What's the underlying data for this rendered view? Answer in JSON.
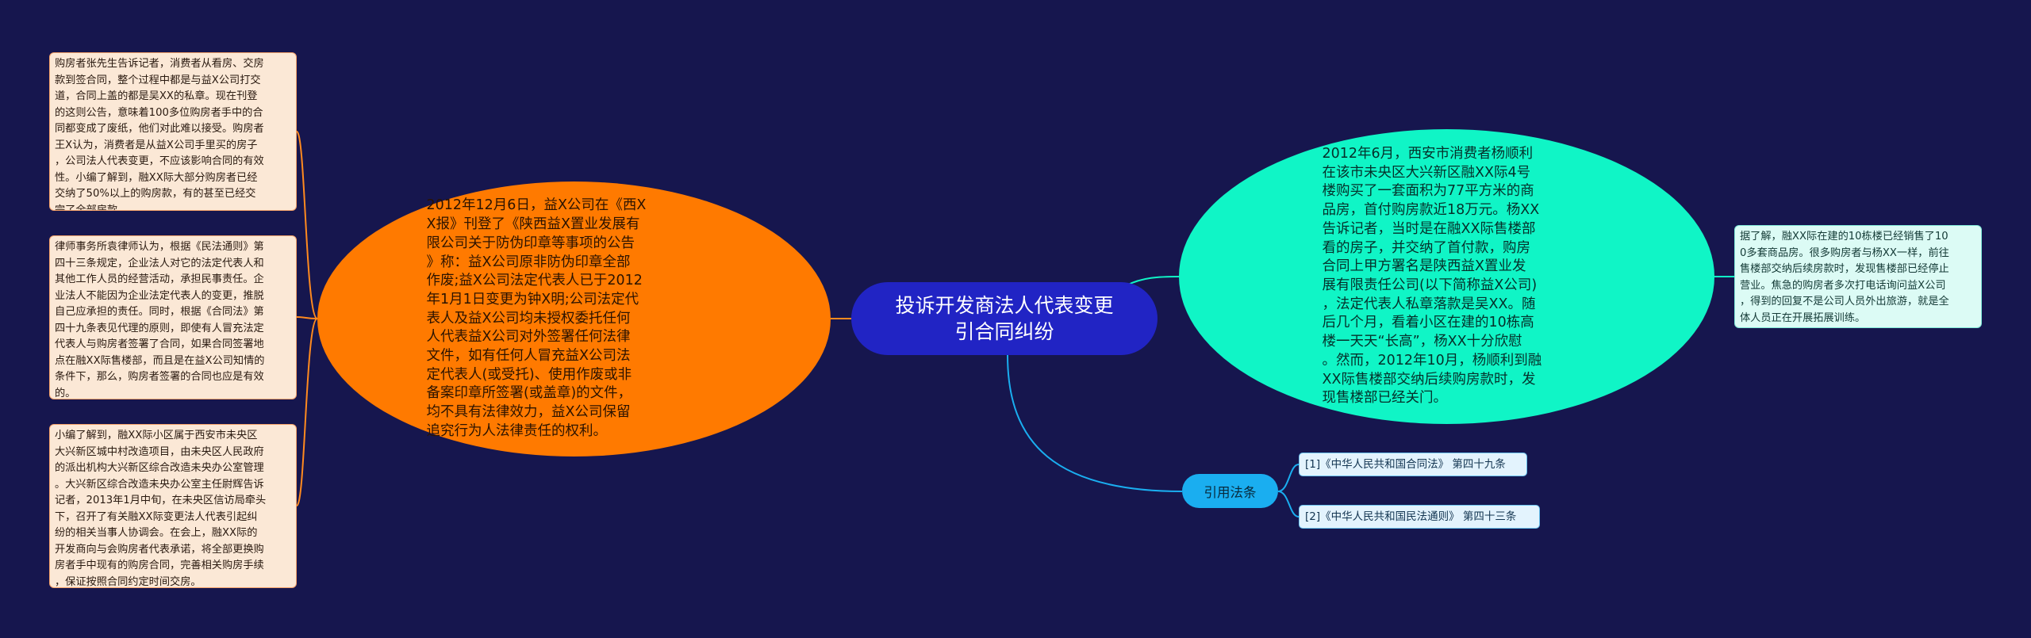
{
  "center": {
    "title": "投诉开发商法人代表变更\n引合同纠纷"
  },
  "left_main": {
    "text": "2012年12月6日，益X公司在《西X\nX报》刊登了《陕西益X置业发展有\n限公司关于防伪印章等事项的公告\n》称：益X公司原非防伪印章全部\n作废;益X公司法定代表人已于2012\n年1月1日变更为钟X明;公司法定代\n表人及益X公司均未授权委托任何\n人代表益X公司对外签署任何法律\n文件，如有任何人冒充益X公司法\n定代表人(或受托)、使用作废或非\n备案印章所签署(或盖章)的文件，\n均不具有法律效力，益X公司保留\n追究行为人法律责任的权利。"
  },
  "left_cards": [
    {
      "text": "购房者张先生告诉记者，消费者从看房、交房\n款到签合同，整个过程中都是与益X公司打交\n道，合同上盖的都是吴XX的私章。现在刊登\n的这则公告，意味着100多位购房者手中的合\n同都变成了废纸，他们对此难以接受。购房者\n王X认为，消费者是从益X公司手里买的房子\n，公司法人代表变更，不应该影响合同的有效\n性。小编了解到，融XX际大部分购房者已经\n交纳了50%以上的购房款，有的甚至已经交\n完了全部房款。"
    },
    {
      "text": "律师事务所袁律师认为，根据《民法通则》第\n四十三条规定，企业法人对它的法定代表人和\n其他工作人员的经营活动，承担民事责任。企\n业法人不能因为企业法定代表人的变更，推脱\n自己应承担的责任。同时，根据《合同法》第\n四十九条表见代理的原则，即使有人冒充法定\n代表人与购房者签署了合同，如果合同签署地\n点在融XX际售楼部，而且是在益X公司知情的\n条件下，那么，购房者签署的合同也应是有效\n的。"
    },
    {
      "text": "小编了解到，融XX际小区属于西安市未央区\n大兴新区城中村改造项目，由未央区人民政府\n的派出机构大兴新区综合改造未央办公室管理\n。大兴新区综合改造未央办公室主任尉辉告诉\n记者，2013年1月中旬，在未央区信访局牵头\n下，召开了有关融XX际变更法人代表引起纠\n纷的相关当事人协调会。在会上，融XX际的\n开发商向与会购房者代表承诺，将全部更换购\n房者手中现有的购房合同，完善相关购房手续\n，保证按照合同约定时间交房。"
    }
  ],
  "right_main": {
    "text": "2012年6月，西安市消费者杨顺利\n在该市未央区大兴新区融XX际4号\n楼购买了一套面积为77平方米的商\n品房，首付购房款近18万元。杨XX\n告诉记者，当时是在融XX际售楼部\n看的房子，并交纳了首付款，购房\n合同上甲方署名是陕西益X置业发\n展有限责任公司(以下简称益X公司)\n，法定代表人私章落款是吴XX。随\n后几个月，看着小区在建的10栋高\n楼一天天“长高”，杨XX十分欣慰\n。然而，2012年10月，杨顺利到融\nXX际售楼部交纳后续购房款时，发\n现售楼部已经关门。"
  },
  "right_card": {
    "text": "据了解，融XX际在建的10栋楼已经销售了10\n0多套商品房。很多购房者与杨XX一样，前往\n售楼部交纳后续房款时，发现售楼部已经停止\n营业。焦急的购房者多次打电话询问益X公司\n，得到的回复不是公司人员外出旅游，就是全\n体人员正在开展拓展训练。"
  },
  "citations": {
    "label": "引用法条",
    "items": [
      "[1]《中华人民共和国合同法》 第四十九条",
      "[2]《中华人民共和国民法通则》 第四十三条"
    ]
  },
  "colors": {
    "background": "#16164e",
    "center": "#2124c4",
    "left_branch": "#ff7a00",
    "right_branch": "#10f5c6",
    "citation": "#1aaef0"
  }
}
